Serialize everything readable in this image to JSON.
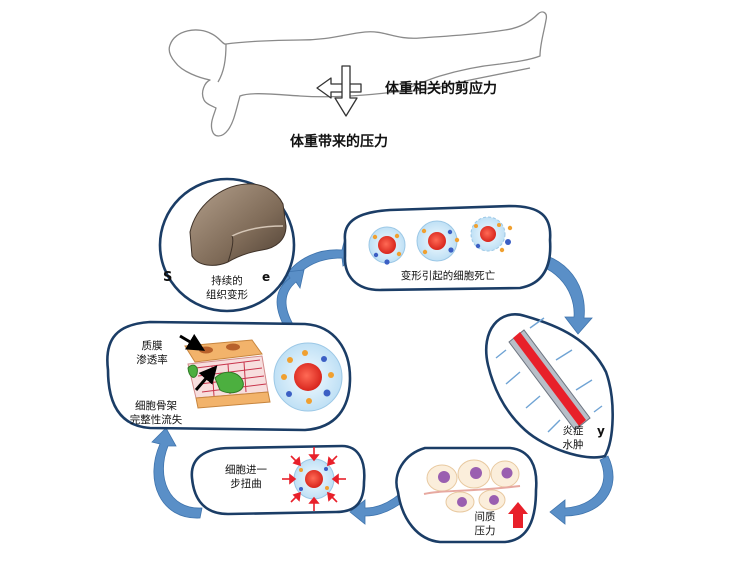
{
  "labels": {
    "shear_force": "体重相关的剪应力",
    "pressure": "体重带来的压力",
    "sustained_deformation": [
      "持续的",
      "组织变形"
    ],
    "deformation_cell_death": "变形引起的细胞死亡",
    "inflammatory_edema": [
      "炎症",
      "水肿"
    ],
    "interstitial_pressure": [
      "间质",
      "压力"
    ],
    "further_cell_distortion": [
      "细胞进一",
      "步扭曲"
    ],
    "membrane_permeability": [
      "质膜",
      "渗透率"
    ],
    "cytoskeleton_loss": [
      "细胞骨架",
      "完整性流失"
    ],
    "cut_fragment_top": "S",
    "cut_fragment_top_right": "e",
    "cut_fragment_right": "y"
  },
  "colors": {
    "box_border": "#1b3d66",
    "cycle_arrow": "#5a8fc7",
    "cell_fill": "#d7ecf8",
    "nucleus": "#ef3e36",
    "vessel": "#e8202a",
    "tissue": "#8a7764"
  },
  "icons": [
    "human-body-outline-icon",
    "force-cross-arrows-icon",
    "tissue-block-icon",
    "cell-icon",
    "blood-vessel-icon",
    "pressure-arrow-icon"
  ]
}
